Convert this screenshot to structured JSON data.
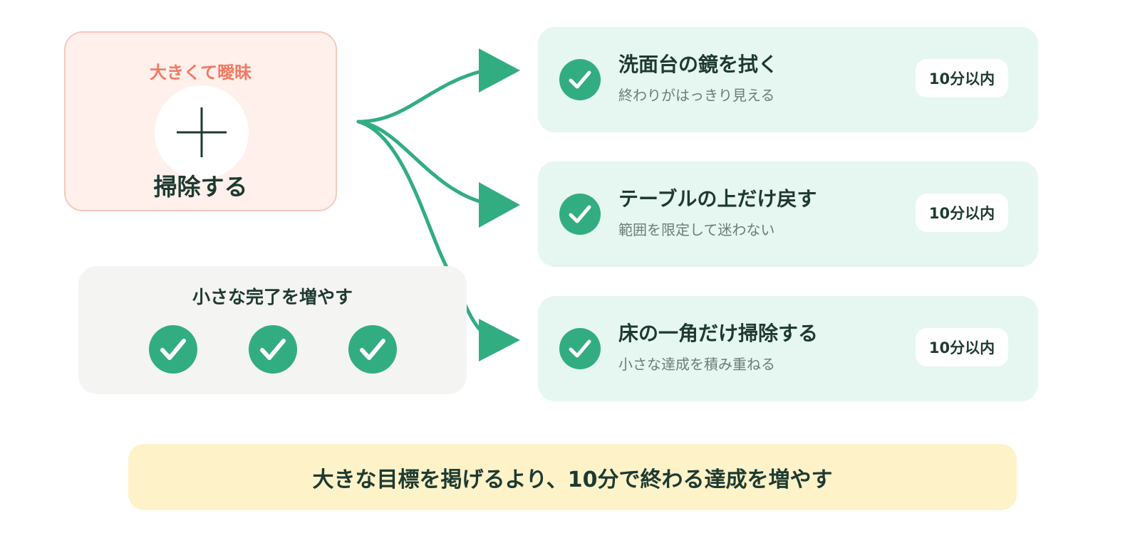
{
  "colors": {
    "accent_green": "#32ad82",
    "vague_bg": "#fff0ec",
    "vague_text": "#f07a62",
    "task_bg": "#e6f6f0",
    "banner_bg": "#fdf2c8",
    "dark_text": "#1d3a31"
  },
  "vague_task": {
    "caption": "大きくて曖昧",
    "icon": "plus-icon",
    "title": "掃除する"
  },
  "small_wins": {
    "title": "小さな完了を増やす",
    "check_count": 3,
    "icon": "check-circle-icon"
  },
  "tasks": [
    {
      "title": "洗面台の鏡を拭く",
      "subtitle": "終わりがはっきり見える",
      "badge": "10分以内"
    },
    {
      "title": "テーブルの上だけ戻す",
      "subtitle": "範囲を限定して迷わない",
      "badge": "10分以内"
    },
    {
      "title": "床の一角だけ掃除する",
      "subtitle": "小さな達成を積み重ねる",
      "badge": "10分以内"
    }
  ],
  "banner": {
    "text": "大きな目標を掲げるより、10分で終わる達成を増やす"
  }
}
